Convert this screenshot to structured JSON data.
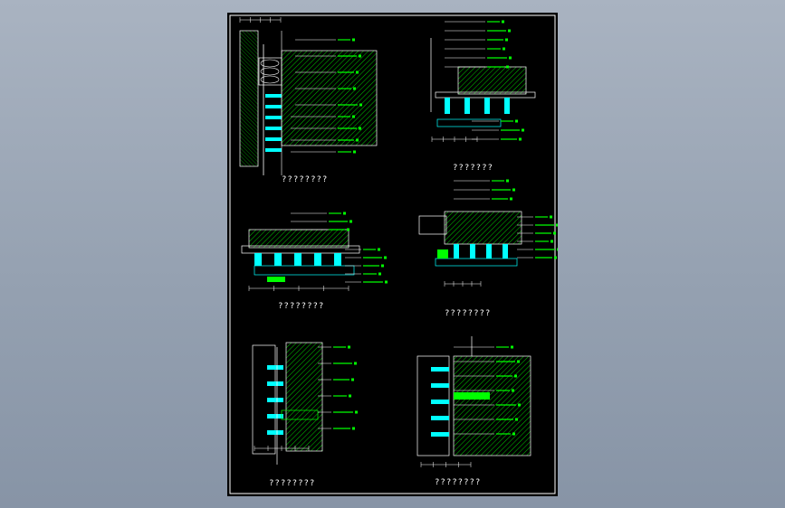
{
  "sheet": {
    "captions": [
      {
        "id": "detail-1",
        "text": "????????"
      },
      {
        "id": "detail-2",
        "text": "???????"
      },
      {
        "id": "detail-3",
        "text": "????????"
      },
      {
        "id": "detail-4",
        "text": "????????"
      },
      {
        "id": "detail-5",
        "text": "????????"
      },
      {
        "id": "detail-6",
        "text": "????????"
      }
    ],
    "colors": {
      "background": "#000000",
      "frame": "#ffffff",
      "line": "#ffffff",
      "hatch": "#00ff00",
      "profile": "#00ffff",
      "annotation": "#00ff00",
      "dimension": "#ffffff"
    }
  }
}
